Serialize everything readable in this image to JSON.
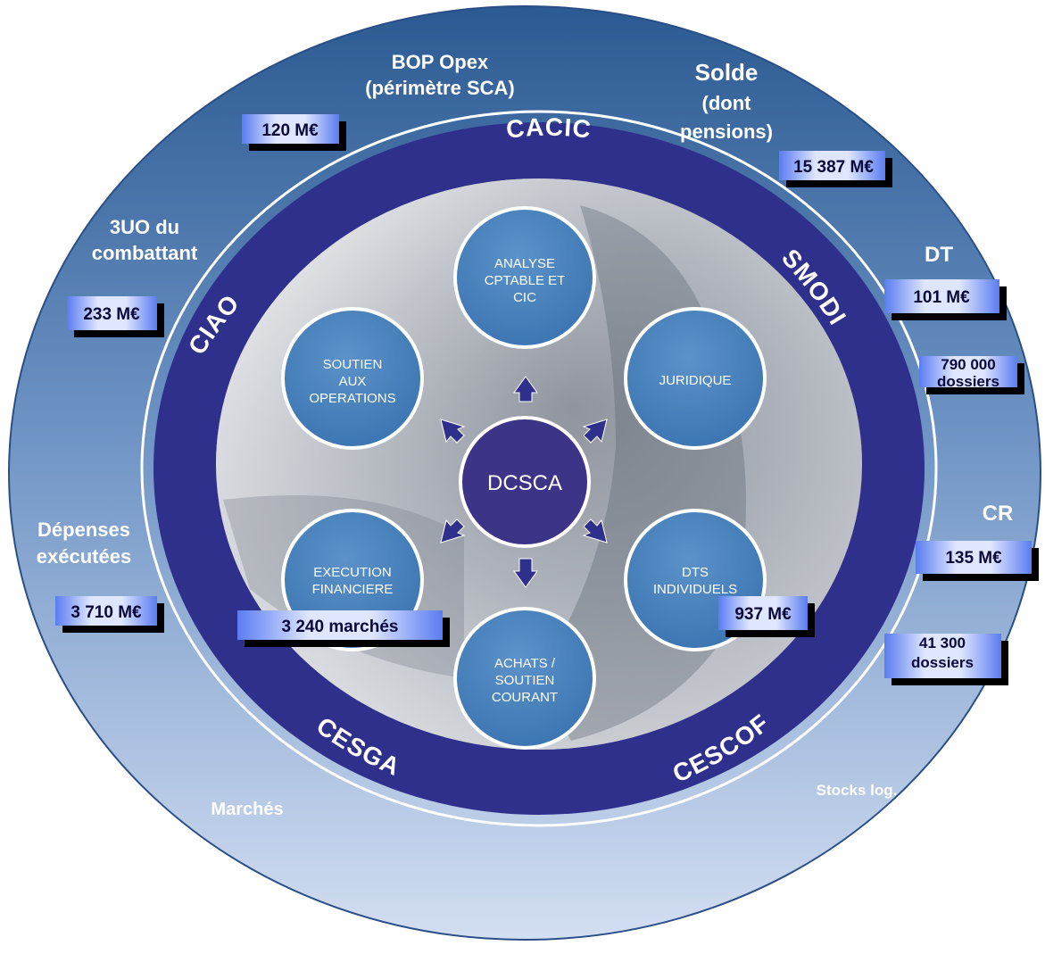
{
  "labels": {
    "bop_opex": [
      "BOP Opex",
      "(périmètre SCA)"
    ],
    "solde": [
      "Solde",
      "(dont",
      "pensions)"
    ],
    "uo_combattant": [
      "3UO du",
      "combattant"
    ],
    "dt": "DT",
    "depenses": [
      "Dépenses",
      "exécutées"
    ],
    "cr": "CR",
    "marches": "Marchés",
    "stocks": "Stocks log."
  },
  "boxes": {
    "bop_opex": "120 M€",
    "solde": "15 387 M€",
    "uo_combattant": "233 M€",
    "dt_value": "101 M€",
    "dt_dossiers": [
      "790 000",
      "dossiers"
    ],
    "depenses": "3 710 M€",
    "cr_value": "135 M€",
    "cr_dossiers": [
      "41 300",
      "dossiers"
    ],
    "marches": "3 240 marchés",
    "stocks": "937 M€"
  },
  "ring": {
    "cacic": "CACIC",
    "smodi": "SMODI",
    "ciao": "CIAO",
    "cesga": "CESGA",
    "cescof": "CESCOF"
  },
  "center": "DCSCA",
  "nodes": {
    "analyse": [
      "ANALYSE",
      "CPTABLE ET",
      "CIC"
    ],
    "juridique": [
      "JURIDIQUE"
    ],
    "dts": [
      "DTS",
      "INDIVIDUELS"
    ],
    "achats": [
      "ACHATS /",
      "SOUTIEN",
      "COURANT"
    ],
    "execution": [
      "EXECUTION",
      "FINANCIERE"
    ],
    "soutien": [
      "SOUTIEN",
      "AUX",
      "OPERATIONS"
    ]
  },
  "colors": {
    "outer_top": "#2e5b90",
    "outer_bottom": "#c8d6ee",
    "ring": "#2f2f8c",
    "node": "#3f7db9",
    "center": "#3c3486",
    "arrow": "#2f2f8c"
  }
}
